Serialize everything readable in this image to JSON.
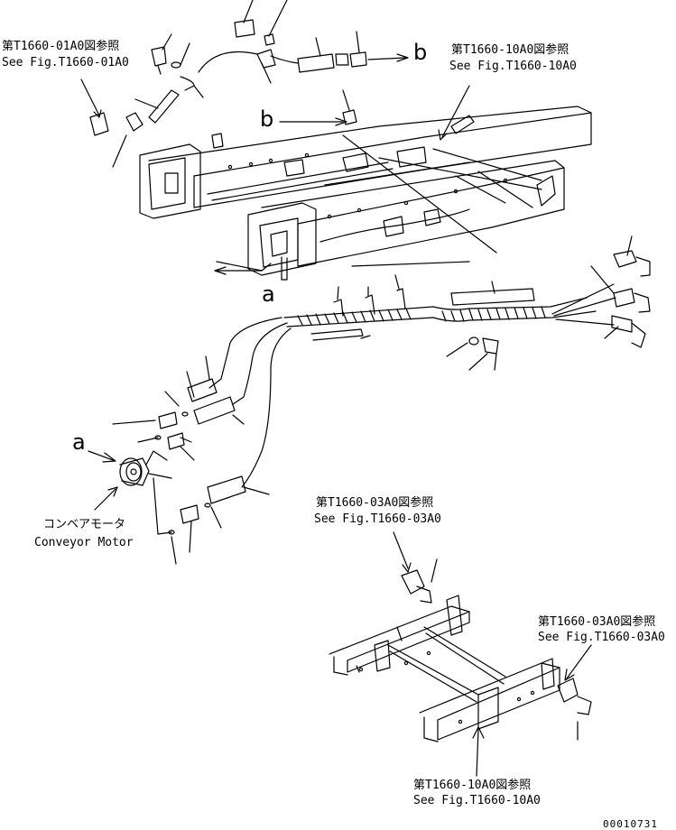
{
  "callouts": {
    "ref_top_left": {
      "jp": "第T1660-01A0図参照",
      "en": "See Fig.T1660-01A0"
    },
    "ref_top_right": {
      "jp": "第T1660-10A0図参照",
      "en": "See Fig.T1660-10A0"
    },
    "ref_mid": {
      "jp": "第T1660-03A0図参照",
      "en": "See Fig.T1660-03A0"
    },
    "ref_right": {
      "jp": "第T1660-03A0図参照",
      "en": "See Fig.T1660-03A0"
    },
    "ref_bottom": {
      "jp": "第T1660-10A0図参照",
      "en": "See Fig.T1660-10A0"
    },
    "conveyor_motor": {
      "jp": "コンベアモータ",
      "en": "Conveyor Motor"
    }
  },
  "view_marks": {
    "a_top": "a",
    "a_left": "a",
    "b_top": "b",
    "b_mid": "b"
  },
  "drawing_number": "00010731",
  "colors": {
    "line": "#000000",
    "background": "#ffffff"
  }
}
